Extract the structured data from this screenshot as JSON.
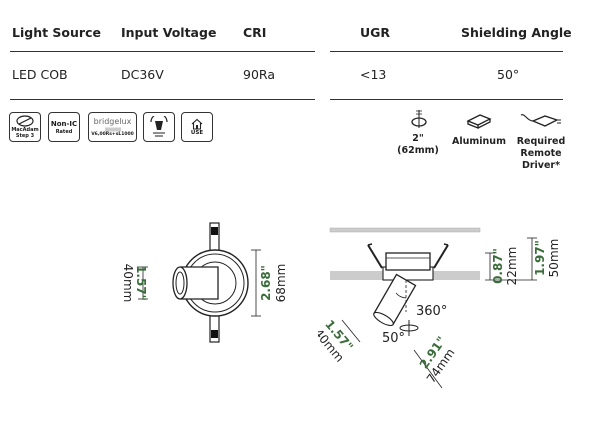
{
  "table": {
    "left": {
      "headers": [
        "Light Source",
        "Input Voltage",
        "CRI"
      ],
      "values": [
        "LED COB",
        "DC36V",
        "90Ra"
      ]
    },
    "right": {
      "headers": [
        "UGR",
        "Shielding Angle"
      ],
      "values": [
        "<13",
        "50°"
      ]
    }
  },
  "badges": {
    "mackolare": [
      "MacAdam",
      "Step 3"
    ],
    "nonic": [
      "Non-IC",
      "Rated"
    ],
    "bridgelux_logo": "bridgelux",
    "bridgelux_chip": "V6,00Rs+sL1000",
    "use": "USE"
  },
  "specs": {
    "size": [
      "2\"",
      "(62mm)"
    ],
    "material": "Aluminum",
    "driver": [
      "Required",
      "Remote",
      "Driver*"
    ]
  },
  "dimensions": {
    "front_height_in": "1.57\"",
    "front_height_mm": "40mm",
    "front_width_in": "2.68\"",
    "front_width_mm": "68mm",
    "side_trim_in": "0.87\"",
    "side_trim_mm": "22mm",
    "side_total_in": "1.97\"",
    "side_total_mm": "50mm",
    "rotation": "360°",
    "tilt": "50°",
    "lamp_in": "1.57\"",
    "lamp_mm": "40mm",
    "depth_in": "2.91\"",
    "depth_mm": "74mm"
  }
}
